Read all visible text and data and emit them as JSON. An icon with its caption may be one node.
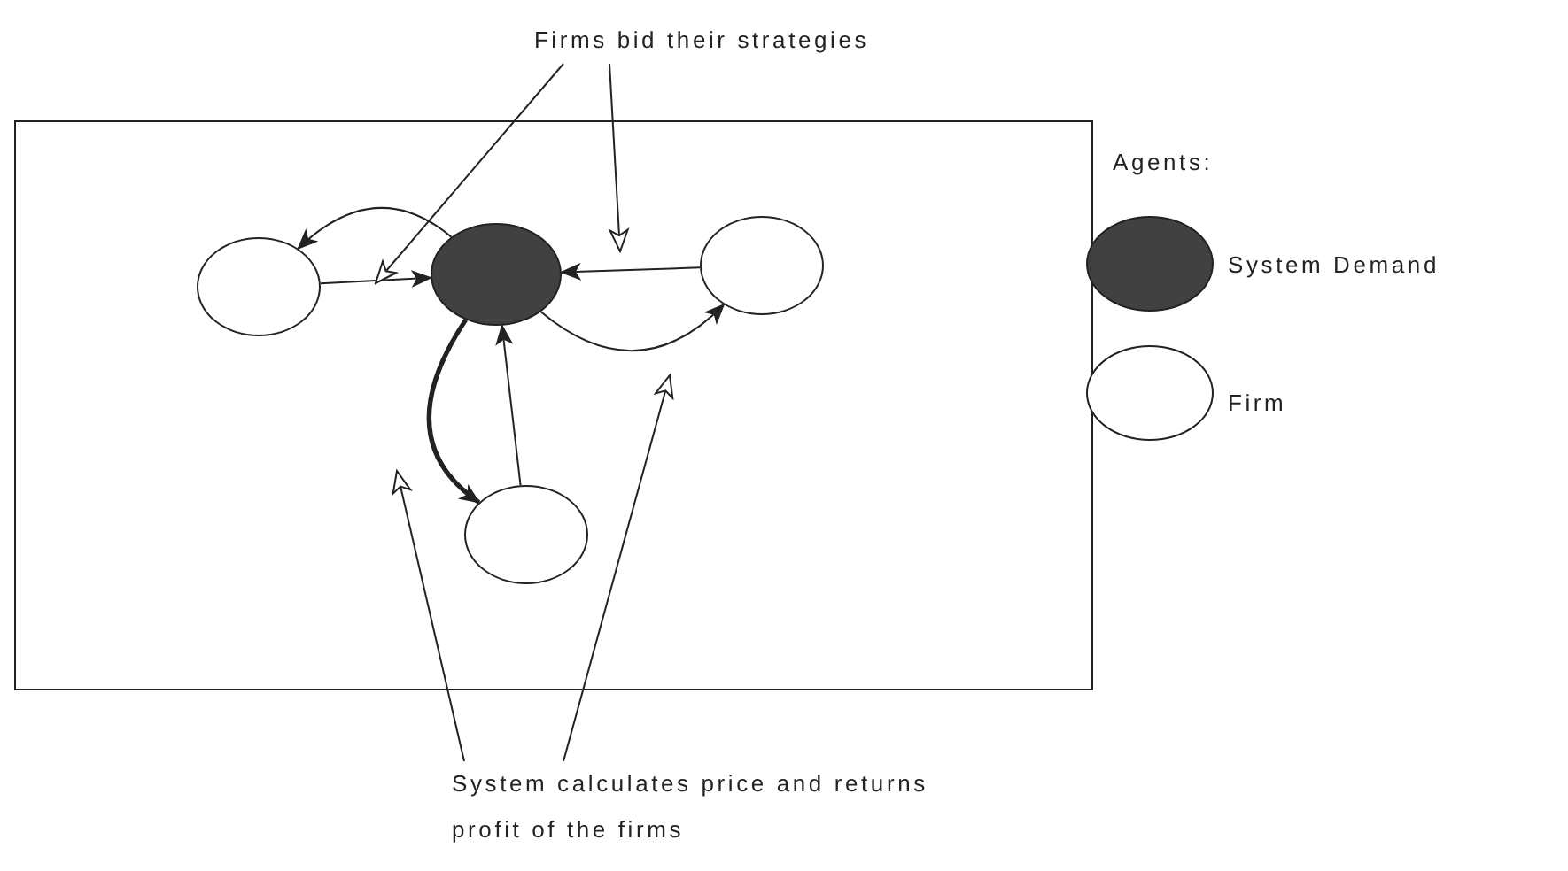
{
  "diagram": {
    "nodes": [
      {
        "text": [],
        "shape": "box"
      },
      {
        "text": [],
        "shape": "circle",
        "in": 0
      },
      {
        "text": [],
        "shape": "circle",
        "in": 0
      },
      {
        "text": [],
        "shape": "circle",
        "in": 0
      },
      {
        "text": [],
        "shape": "circle",
        "in": 0
      },
      {
        "text": [
          "Firms bid their strategies"
        ]
      },
      {
        "text": [
          "System calculates price and returns profit of the firms"
        ]
      }
    ],
    "edges": [
      {
        "from": 2,
        "to": 1,
        "arrow": "to"
      },
      {
        "from": 1,
        "to": 2,
        "arrow": "to"
      },
      {
        "from": 3,
        "to": 2,
        "arrow": "to"
      },
      {
        "from": 2,
        "to": 3,
        "arrow": "to"
      },
      {
        "from": 4,
        "to": 2,
        "arrow": "to"
      },
      {
        "from": 2,
        "to": 4,
        "arrow": "to",
        "style": "thick"
      },
      {
        "from": 5,
        "to": null,
        "arrow": "to"
      },
      {
        "from": 5,
        "to": null,
        "arrow": "to"
      },
      {
        "from": 6,
        "to": null,
        "arrow": "to"
      },
      {
        "from": 6,
        "to": null,
        "arrow": "to"
      }
    ],
    "labels": [
      "Agents:"
    ],
    "legend": [
      {
        "text": "System Demand",
        "color": "#414141"
      },
      {
        "text": "Firm",
        "color": "#ffffff"
      }
    ]
  }
}
